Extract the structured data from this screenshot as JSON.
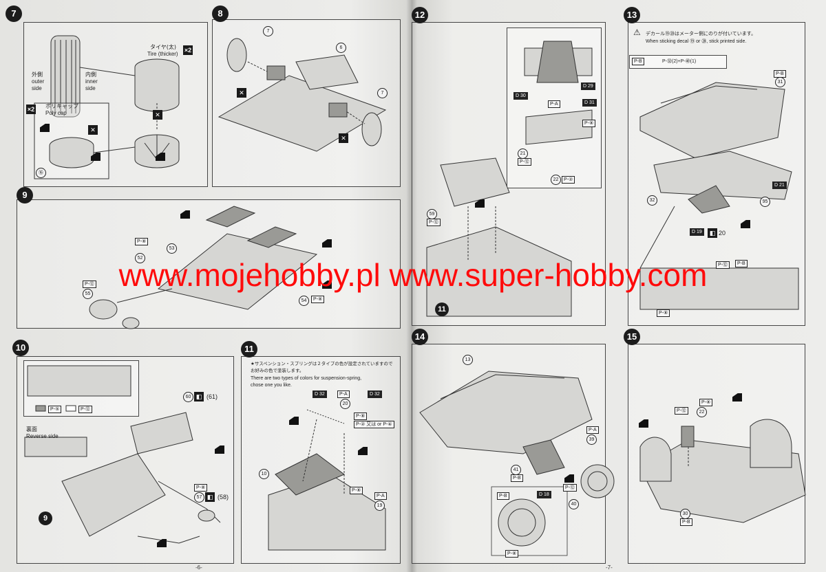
{
  "steps": {
    "s7": {
      "num": "7",
      "tire_jp": "タイヤ(太)",
      "tire_en": "Tire (thicker)",
      "qty": "×2",
      "outer_jp": "外側",
      "outer_en_1": "outer",
      "outer_en_2": "side",
      "inner_jp": "内側",
      "inner_en_1": "inner",
      "inner_en_2": "side",
      "qty2": "×2",
      "polycap_jp": "ポリキャップ",
      "polycap_en": "Poly cap",
      "part": "⑯"
    },
    "s8": {
      "num": "8",
      "part_a": "7",
      "part_b": "6",
      "part_c": "7"
    },
    "s9": {
      "num": "9",
      "c1": "P-⑧",
      "p53": "53",
      "p52": "52",
      "c2": "P-⑫",
      "p55": "55",
      "p54": "54",
      "c3": "P-⑧"
    },
    "s10": {
      "num": "10",
      "c_silver": "P-⑤",
      "c_black": "P-⑫",
      "rev_jp": "裏面",
      "rev_en": "Reverse side",
      "p60": "60",
      "p61": "(61)",
      "p57": "57",
      "p58": "(58)",
      "c4": "P-⑧",
      "p9": "9"
    },
    "s11": {
      "num": "11",
      "note_jp_1": "★サスペンション・スプリングは２タイプの色が設定されていますので",
      "note_jp_2": "お好みの色で塗装します。",
      "note_en_1": "There are two types of colors for suspension-spring,",
      "note_en_2": "chose one you like.",
      "d32a": "D 32",
      "pa": "P-A",
      "d32b": "D 32",
      "p20": "20",
      "c5": "P-⑧",
      "c6": "P-② 又は or P-④",
      "p10": "10",
      "c7": "P-⑧",
      "pa2": "P-A",
      "p19": "19"
    },
    "s12": {
      "num": "12",
      "d30": "D 30",
      "pa": "P-A",
      "d29": "D 29",
      "d31": "D 31",
      "p21": "21",
      "c8": "P-⑫",
      "p22": "22",
      "c9": "P-②",
      "c10": "P-⑧",
      "p59": "59",
      "c11": "P-⑫",
      "p11": "11"
    },
    "s13": {
      "num": "13",
      "warn_jp": "デカール⑲⑳はメーター側にのりが付いています。",
      "warn_en": "When sticking decal ⑲ or ⑳, stick printed side.",
      "mix1": "P-B",
      "mix2": "P-㉜(2)+P-㊵(1)",
      "pb": "P-B",
      "p31": "31",
      "d21": "D 21",
      "p32": "32",
      "p95": "95",
      "d19": "D 19",
      "d20": "20",
      "c12": "P-⑫",
      "c13": "P-B",
      "c14": "P-⑧"
    },
    "s14": {
      "num": "14",
      "p13": "13",
      "pa": "P-A",
      "p39": "39",
      "p41": "41",
      "pb": "P-B",
      "c15": "P-⑫",
      "pb2": "P-B",
      "d18": "D 18",
      "p40": "40",
      "c16": "P-⑧"
    },
    "s15": {
      "num": "15",
      "c17": "P-⑧",
      "c18": "P-⑫",
      "p22": "22",
      "p30": "30",
      "pb": "P-B"
    }
  },
  "watermark": {
    "text": "www.mojehobby.pl www.super-hobby.com",
    "color": "#ff0b0b"
  },
  "page_numbers": {
    "left": "-6-",
    "right": "-7-"
  }
}
